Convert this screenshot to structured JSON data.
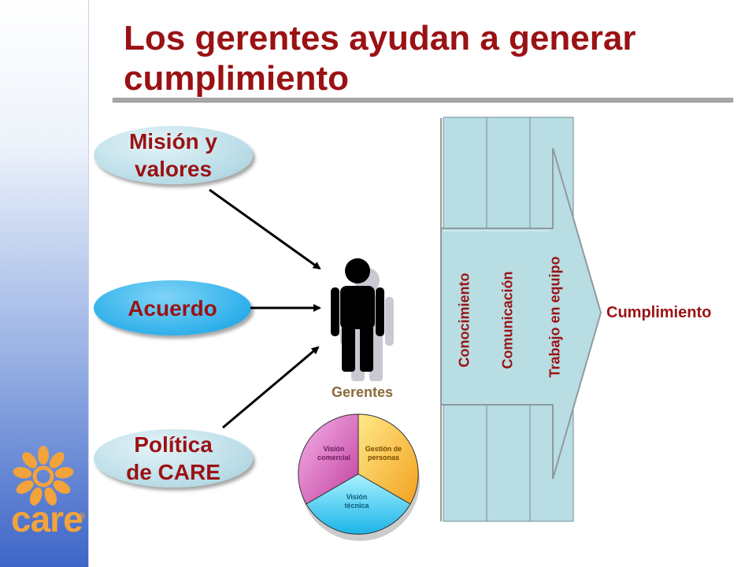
{
  "slide": {
    "title": "Los gerentes ayudan a generar cumplimiento"
  },
  "inputs": {
    "mision_line1": "Misión y",
    "mision_line2": "valores",
    "acuerdo": "Acuerdo",
    "politica_line1": "Política",
    "politica_line2": "de CARE"
  },
  "manager": {
    "label": "Gerentes"
  },
  "pie": {
    "segments": [
      {
        "line1": "Visión",
        "line2": "comercial"
      },
      {
        "line1": "Gestión de",
        "line2": "personas"
      },
      {
        "line1": "Visión",
        "line2": "técnica"
      }
    ]
  },
  "columns": {
    "col1": "Conocimiento",
    "col2": "Comunicación",
    "col3": "Trabajo en equipo"
  },
  "outcome": {
    "label": "Cumplimiento"
  },
  "logo": {
    "text": "care",
    "registered": "®"
  },
  "colors": {
    "title": "#9a1214",
    "column_fill": "#b8dde2",
    "accent_blue": "#2fb0ea",
    "logo_orange": "#f2a33c"
  }
}
